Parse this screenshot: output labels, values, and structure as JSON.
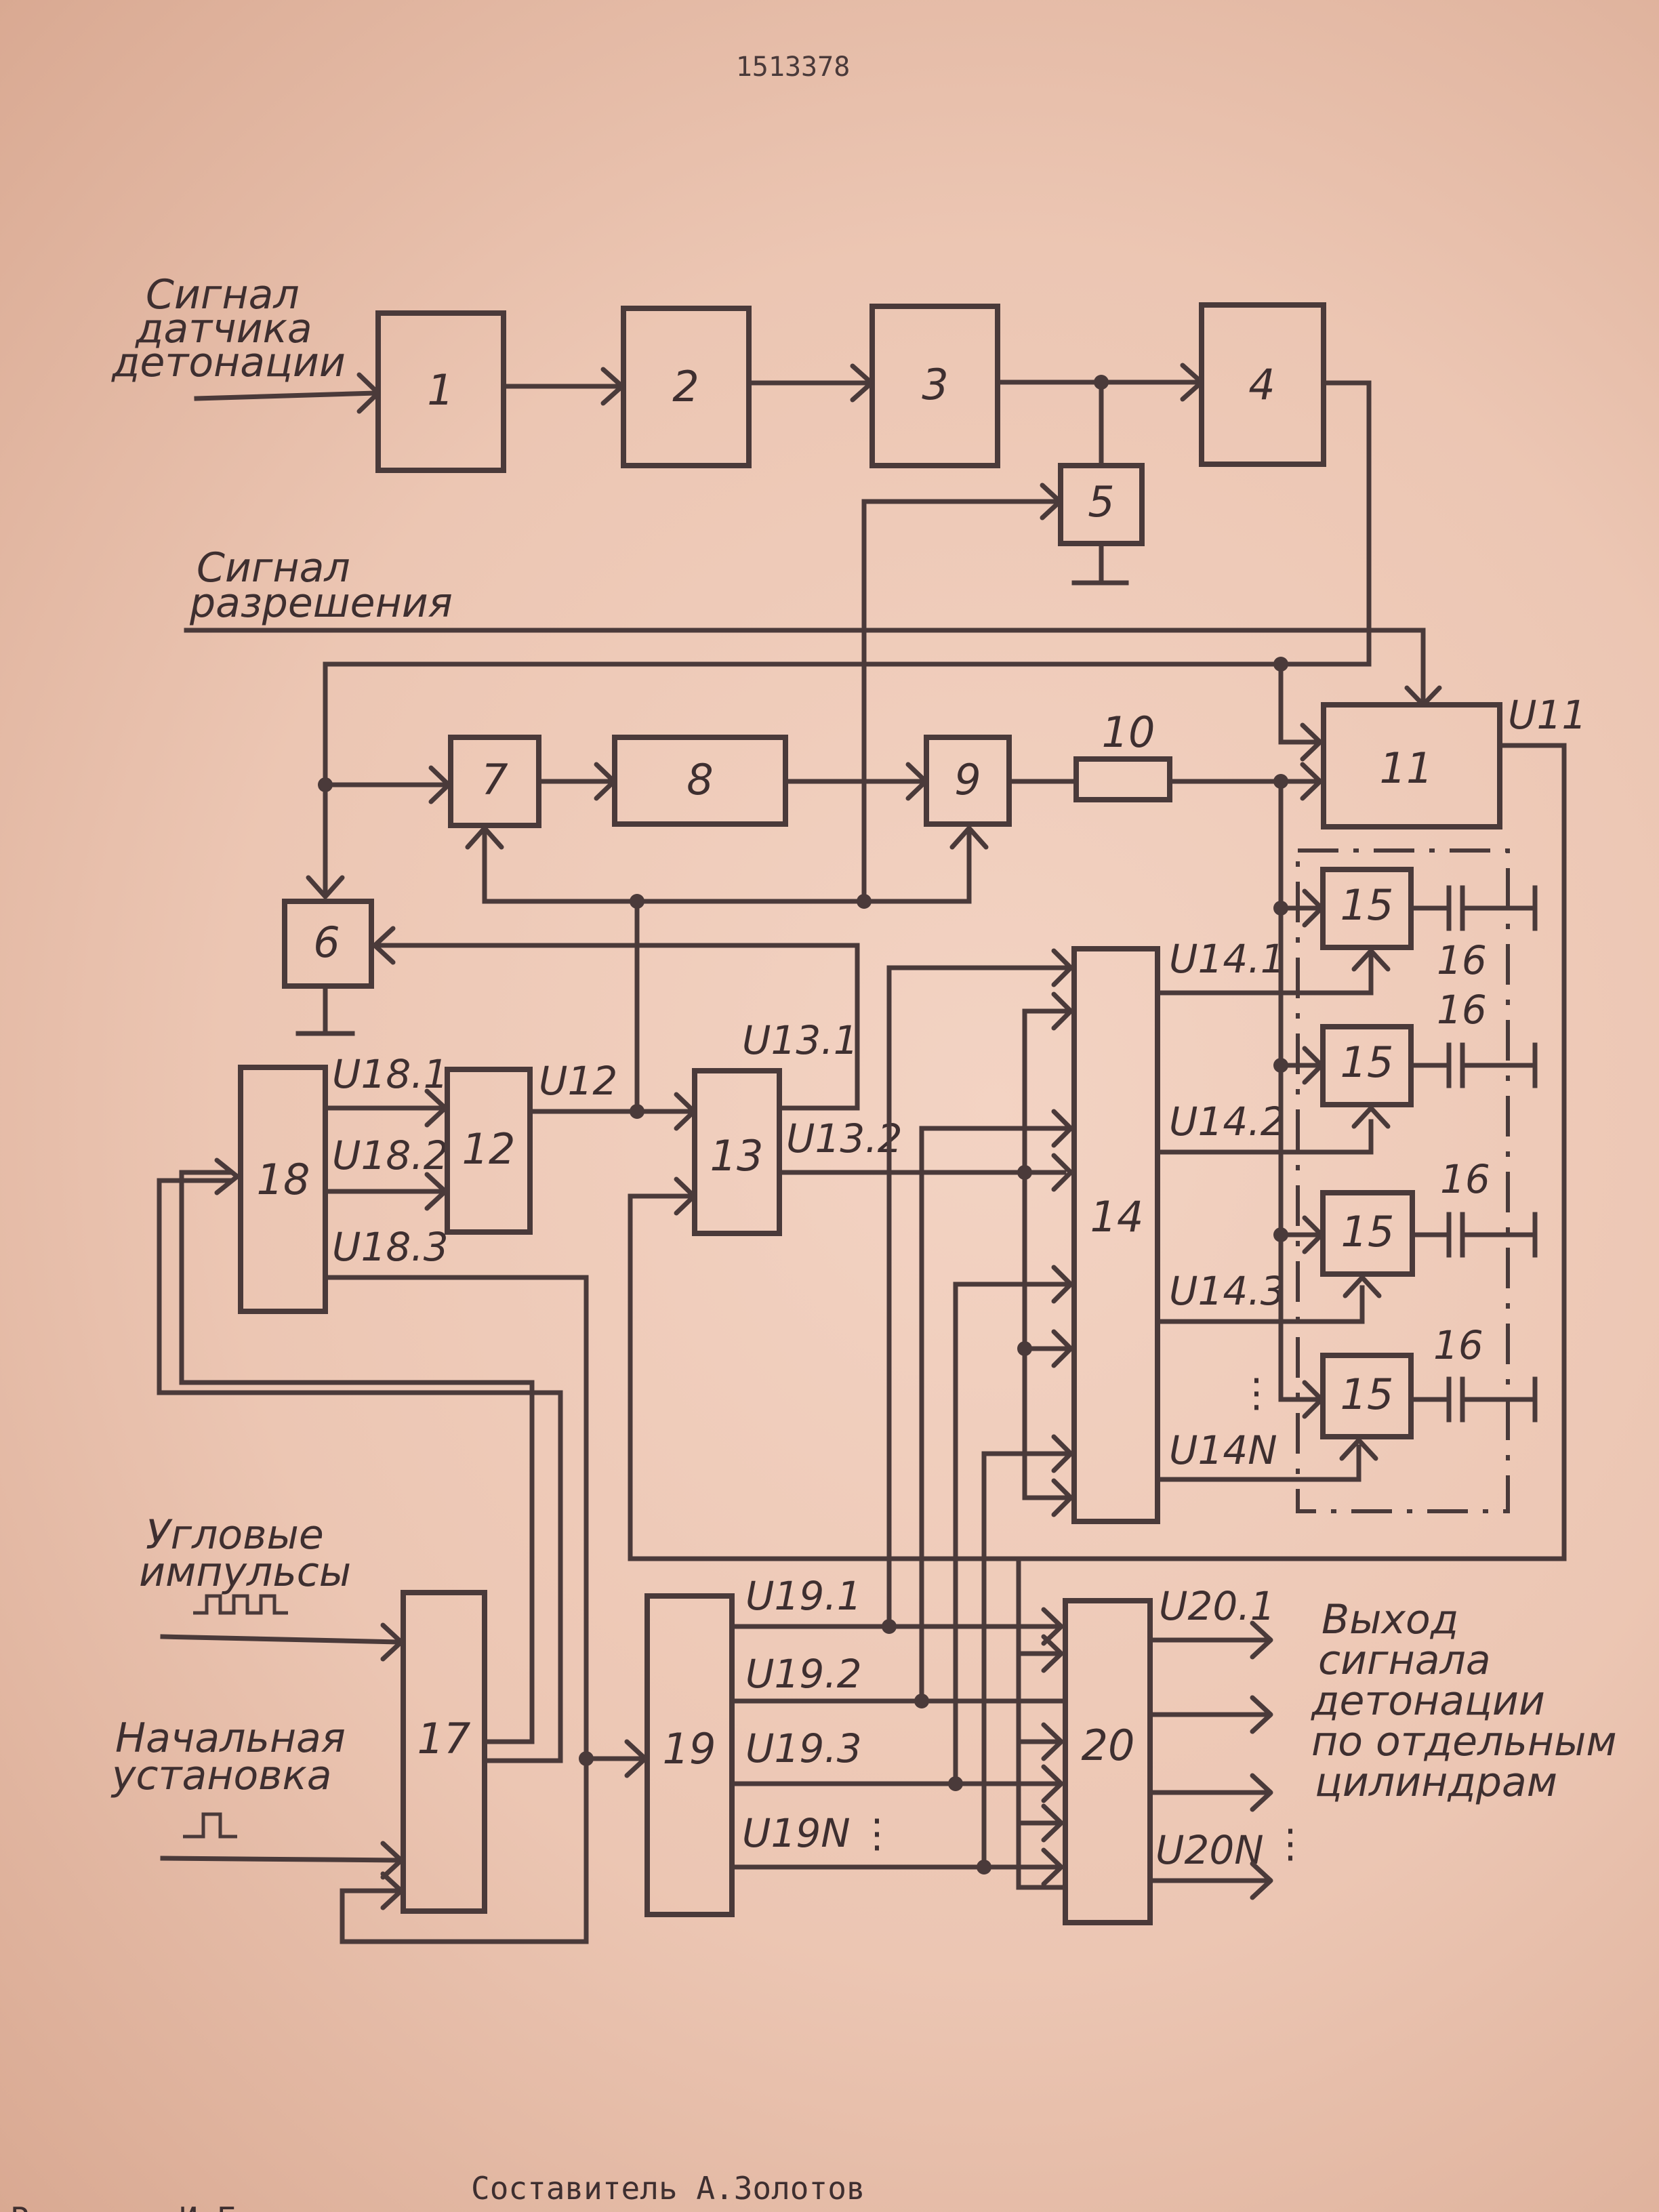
{
  "page": {
    "patent_number": "1513378",
    "footer_compiler": "Составитель А.Золотов",
    "footer_editor_partial": "Редактор И.Г..."
  },
  "inputs": {
    "knock_sensor": [
      "Сигнал",
      "датчика",
      "детонации"
    ],
    "enable_signal": [
      "Сигнал",
      "разрешения"
    ],
    "angle_pulses": [
      "Угловые",
      "импульсы"
    ],
    "initial_setup": [
      "Начальная",
      "установка"
    ]
  },
  "output_note": [
    "Выход",
    "сигнала",
    "детонации",
    "по отдельным",
    "цилиндрам"
  ],
  "blocks": {
    "b1": "1",
    "b2": "2",
    "b3": "3",
    "b4": "4",
    "b5": "5",
    "b6": "6",
    "b7": "7",
    "b8": "8",
    "b9": "9",
    "b10": "10",
    "b11": "11",
    "b12": "12",
    "b13": "13",
    "b14": "14",
    "b15": "15",
    "b16": "16",
    "b17": "17",
    "b18": "18",
    "b19": "19",
    "b20": "20"
  },
  "signals": {
    "u11": "U11",
    "u12": "U12",
    "u13_1": "U13.1",
    "u13_2": "U13.2",
    "u14_1": "U14.1",
    "u14_2": "U14.2",
    "u14_3": "U14.3",
    "u14_n": "U14N",
    "u18_1": "U18.1",
    "u18_2": "U18.2",
    "u18_3": "U18.3",
    "u19_1": "U19.1",
    "u19_2": "U19.2",
    "u19_3": "U19.3",
    "u19_n": "U19N",
    "u20_1": "U20.1",
    "u20_n": "U20N"
  },
  "ellipsis": "⋮"
}
